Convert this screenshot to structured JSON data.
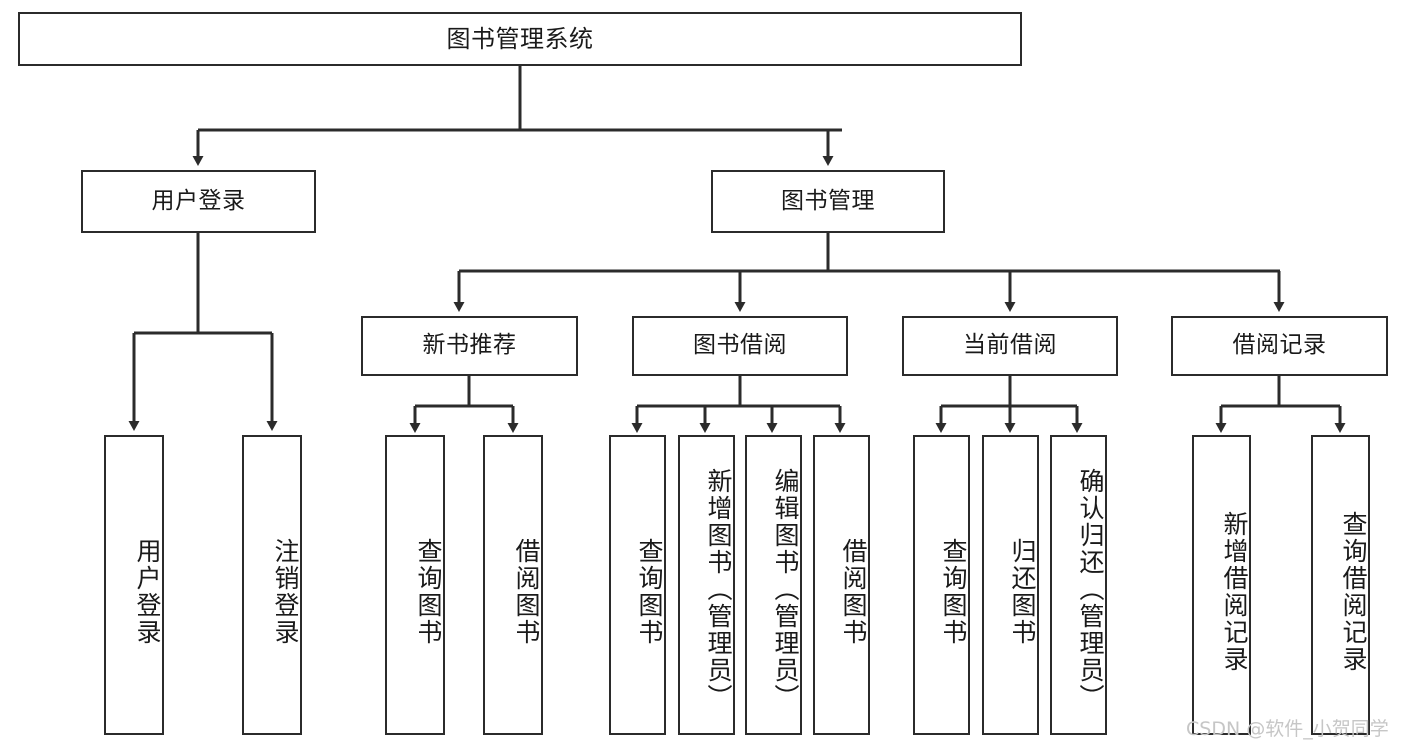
{
  "diagram": {
    "title": "图书管理系统",
    "type": "tree-hierarchy",
    "root": {
      "label": "图书管理系统"
    },
    "level1": [
      {
        "label": "用户登录"
      },
      {
        "label": "图书管理"
      }
    ],
    "level2": [
      {
        "label": "新书推荐",
        "parent": "图书管理"
      },
      {
        "label": "图书借阅",
        "parent": "图书管理"
      },
      {
        "label": "当前借阅",
        "parent": "图书管理"
      },
      {
        "label": "借阅记录",
        "parent": "图书管理"
      }
    ],
    "leaves": {
      "user_login": [
        {
          "label": "用户登录"
        },
        {
          "label": "注销登录"
        }
      ],
      "new_book_recommend": [
        {
          "label": "查询图书"
        },
        {
          "label": "借阅图书"
        }
      ],
      "book_borrow": [
        {
          "label": "查询图书"
        },
        {
          "label": "新增图书（管理员）"
        },
        {
          "label": "编辑图书（管理员）"
        },
        {
          "label": "借阅图书"
        }
      ],
      "current_borrow": [
        {
          "label": "查询图书"
        },
        {
          "label": "归还图书"
        },
        {
          "label": "确认归还（管理员）"
        }
      ],
      "borrow_records": [
        {
          "label": "新增借阅记录"
        },
        {
          "label": "查询借阅记录"
        }
      ]
    }
  },
  "watermark": {
    "text": "CSDN @软件_小贺同学"
  },
  "colors": {
    "stroke": "#2b2b2b",
    "background": "#ffffff",
    "text": "#1a1a1a",
    "watermark": "#c6c6c6"
  }
}
